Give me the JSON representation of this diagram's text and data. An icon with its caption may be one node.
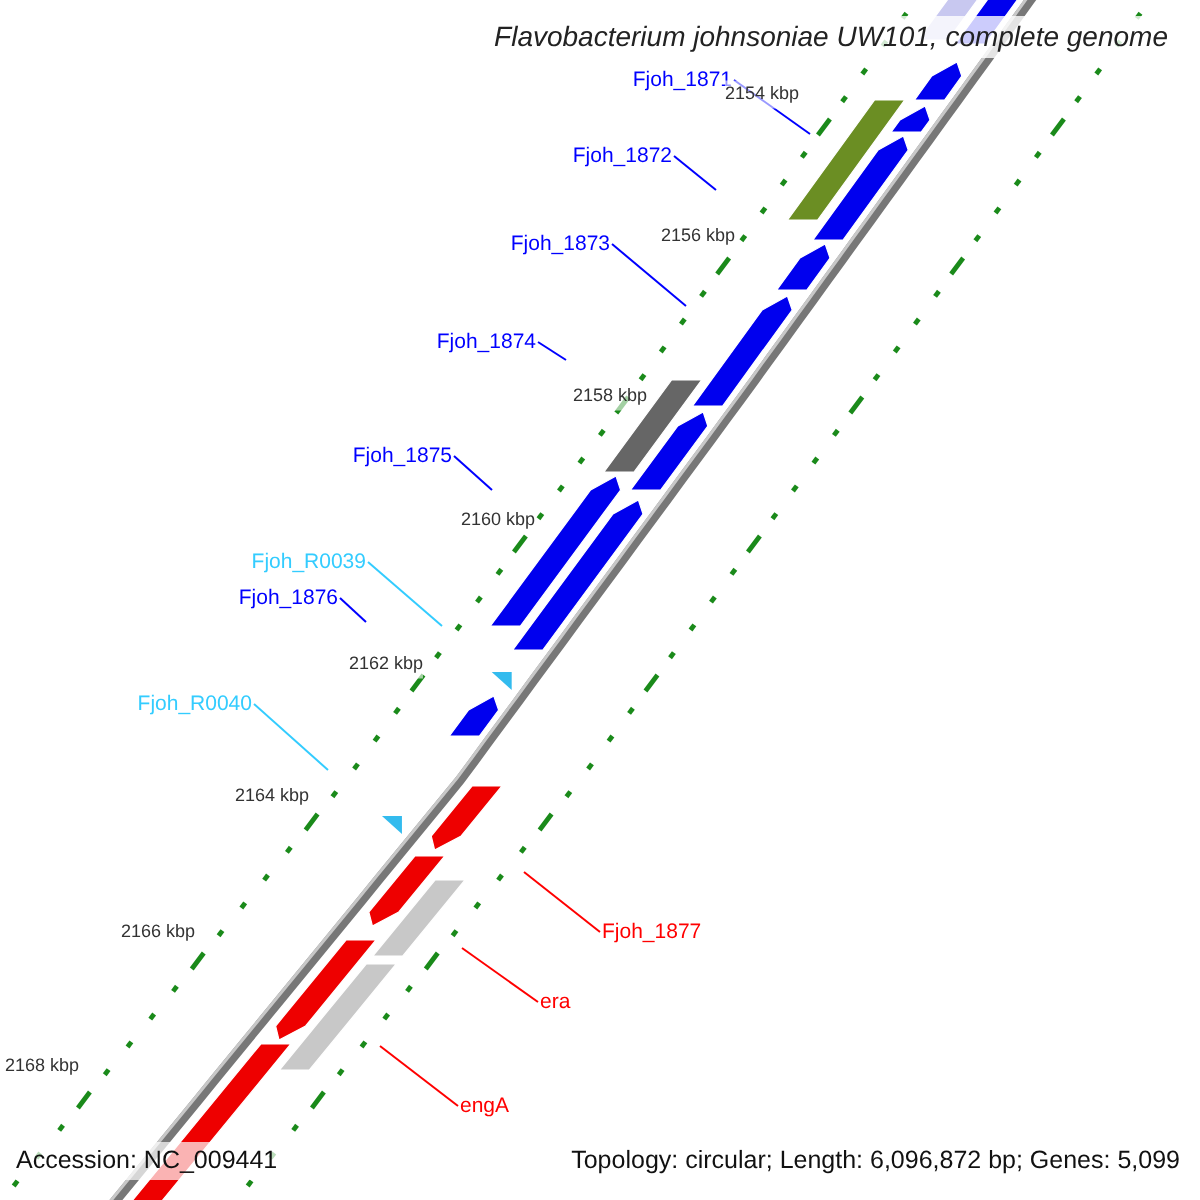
{
  "diagram": {
    "title": "Flavobacterium johnsoniae UW101, complete genome",
    "nodes": [
      {
        "text": [
          "Fjoh_1871"
        ]
      },
      {
        "text": [
          "Fjoh_1872"
        ]
      },
      {
        "text": [
          "Fjoh_1873"
        ]
      },
      {
        "text": [
          "Fjoh_1874"
        ]
      },
      {
        "text": [
          "Fjoh_1875"
        ]
      },
      {
        "text": [
          "Fjoh_R0039"
        ]
      },
      {
        "text": [
          "Fjoh_1876"
        ]
      },
      {
        "text": [
          "Fjoh_R0040"
        ]
      },
      {
        "text": [
          "Fjoh_1877"
        ]
      },
      {
        "text": [
          "era"
        ]
      },
      {
        "text": [
          "engA"
        ]
      }
    ],
    "edges": [
      {
        "from": 0,
        "to": null,
        "arrow": "none"
      },
      {
        "from": 1,
        "to": null,
        "arrow": "none"
      },
      {
        "from": 2,
        "to": null,
        "arrow": "none"
      },
      {
        "from": 3,
        "to": null,
        "arrow": "none"
      },
      {
        "from": 4,
        "to": null,
        "arrow": "none"
      },
      {
        "from": 5,
        "to": null,
        "arrow": "none",
        "color": "#33ccff"
      },
      {
        "from": 6,
        "to": null,
        "arrow": "none"
      },
      {
        "from": 7,
        "to": null,
        "arrow": "none",
        "color": "#33ccff"
      },
      {
        "from": 8,
        "to": null,
        "arrow": "none",
        "color": "#ff0000"
      },
      {
        "from": 9,
        "to": null,
        "arrow": "none",
        "color": "#ff0000"
      },
      {
        "from": 10,
        "to": null,
        "arrow": "none",
        "color": "#ff0000"
      }
    ],
    "labels": [
      "2154 kbp",
      "2156 kbp",
      "2158 kbp",
      "2160 kbp",
      "2162 kbp",
      "2164 kbp",
      "2166 kbp",
      "2168 kbp",
      "Accession: NC_009441",
      "Topology: circular; Length: 6,096,872 bp; Genes: 5,099"
    ]
  }
}
